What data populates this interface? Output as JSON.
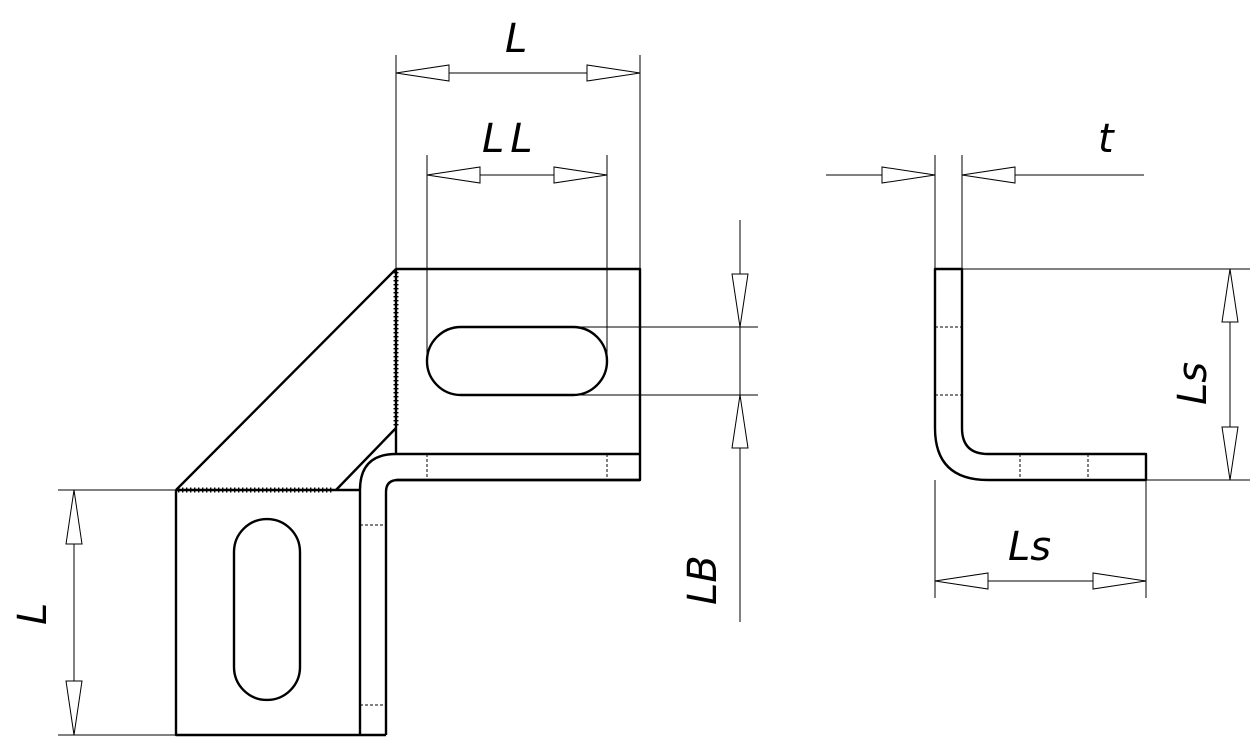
{
  "labels": {
    "top_width": "L",
    "slot_length": "LL",
    "left_height": "L",
    "base_distance": "LB",
    "thickness": "t",
    "side_leg_vertical": "Ls",
    "side_leg_horizontal": "Ls"
  }
}
